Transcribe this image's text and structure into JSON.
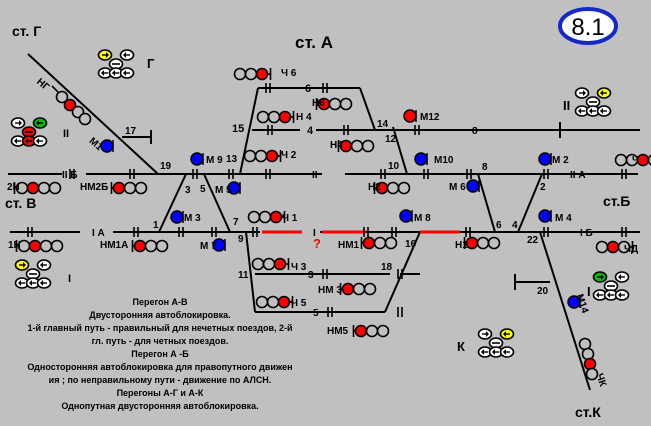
{
  "badge": {
    "text": "8.1",
    "border_color": "#1428c8"
  },
  "stations": {
    "A": "ст. А",
    "G": "ст. Г",
    "V": "ст. В",
    "B": "ст.Б",
    "K": "ст.К"
  },
  "colors": {
    "red": "#ff0000",
    "blue": "#0000ff",
    "yellow": "#ffff00",
    "green": "#00c000",
    "track": "#000000",
    "red_track": "#ff0000",
    "bg": "#c0c0c0"
  },
  "track_labels": {
    "t6": "6",
    "t4": "4",
    "t15": "15",
    "t14": "14",
    "t12": "12",
    "t8_top": "8",
    "t17": "17",
    "t19": "19",
    "t13": "13",
    "t10": "10",
    "t8": "8",
    "t2": "2",
    "tIIB": "II Б",
    "tII": "II",
    "tIIA": "II А",
    "t3": "3",
    "t5": "5",
    "t1": "1",
    "t7": "7",
    "t9": "9",
    "tIA": "I А",
    "tI": "I",
    "t16": "16",
    "t6b": "6",
    "t4b": "4",
    "t22": "22",
    "tIB": "I Б",
    "t11": "11",
    "t3b": "3",
    "t18": "18",
    "t5b": "5",
    "t20": "20",
    "question": "?"
  },
  "signals": {
    "CH6": "Ч 6",
    "N6": "Н6",
    "CH4": "Н 4",
    "N4": "Н4",
    "CH2": "Ч 2",
    "N2": "Н2",
    "M12": "М12",
    "M10": "М10",
    "M9": "М 9",
    "M5": "М 5",
    "M6": "М 6",
    "M2": "М 2",
    "CH": "Ч",
    "N2V": "2Н",
    "NM2B": "НМ2Б",
    "M3": "М 3",
    "M7": "М 7",
    "CH1": "Ч 1",
    "NM1": "НМ1",
    "M8": "М 8",
    "N1": "Н1",
    "M4": "М 4",
    "CHD": "ЧД",
    "N1V": "1Н",
    "NM1A": "НМ1А",
    "CH3": "Ч 3",
    "NM3": "НМ 3",
    "CH5": "Ч 5",
    "NM5": "НМ5",
    "M1": "М1",
    "NG": "НГ",
    "M14": "М14",
    "CHK": "ЧК"
  },
  "panels": {
    "G": "Г",
    "II_left": "II",
    "I_left": "I",
    "II_right": "II",
    "I_right": "I",
    "K": "К"
  },
  "notes": [
    "Перегон А-В",
    "Двусторонняя  автоблокировка.",
    "1-й главный путь - правильный для нечетных  поездов, 2-й",
    "гл. путь - для четных поездов.",
    "Перегон А -Б",
    "Односторонняя автоблокировка  для правопутного  движен",
    "ия ; по  неправильному пути - движение по АЛСН.",
    "Перегоны А-Г и А-К",
    "Однопутная двусторонняя автоблокировка."
  ]
}
